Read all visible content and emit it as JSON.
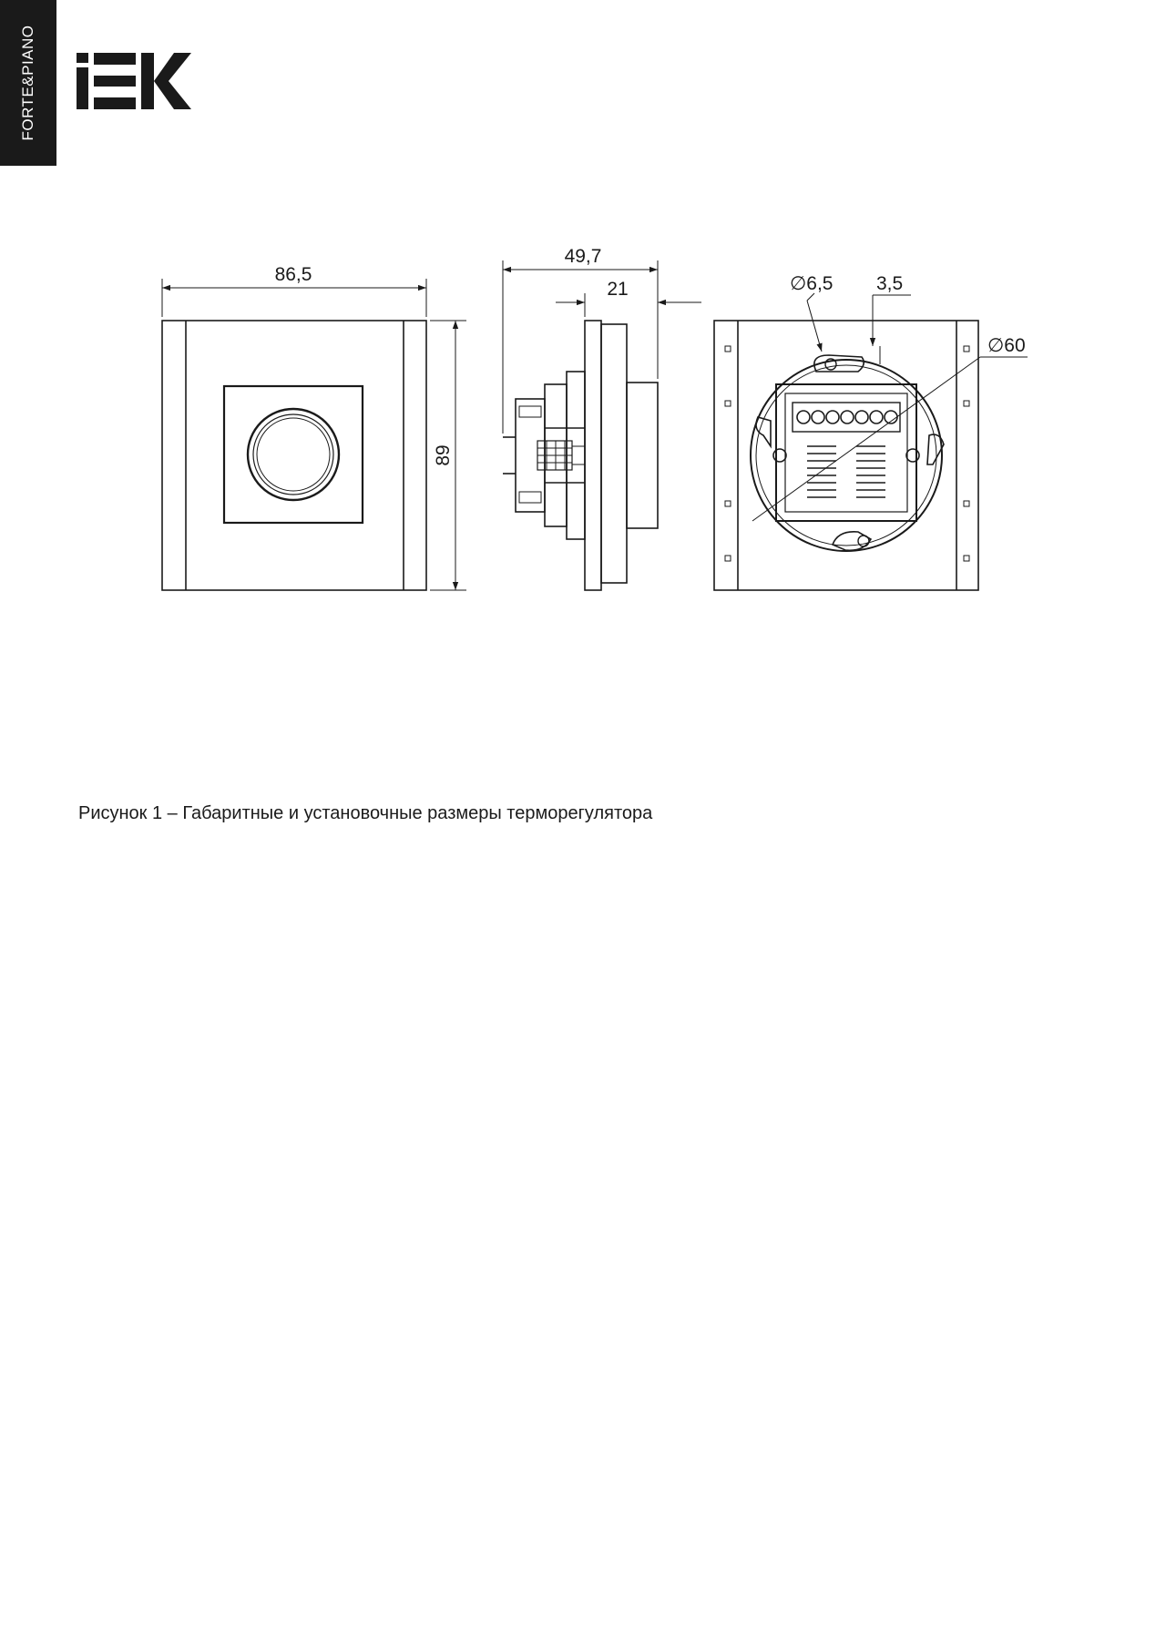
{
  "header": {
    "series_label": "FORTE&PIANO",
    "brand": "IEK"
  },
  "drawing": {
    "front_width": "86,5",
    "front_height": "89",
    "side_depth_total": "49,7",
    "side_depth_frame": "21",
    "back_screw_hole": "∅6,5",
    "back_slot_width": "3,5",
    "back_circle_diameter": "∅60"
  },
  "caption": "Рисунок 1 – Габаритные и установочные размеры терморегулятора"
}
